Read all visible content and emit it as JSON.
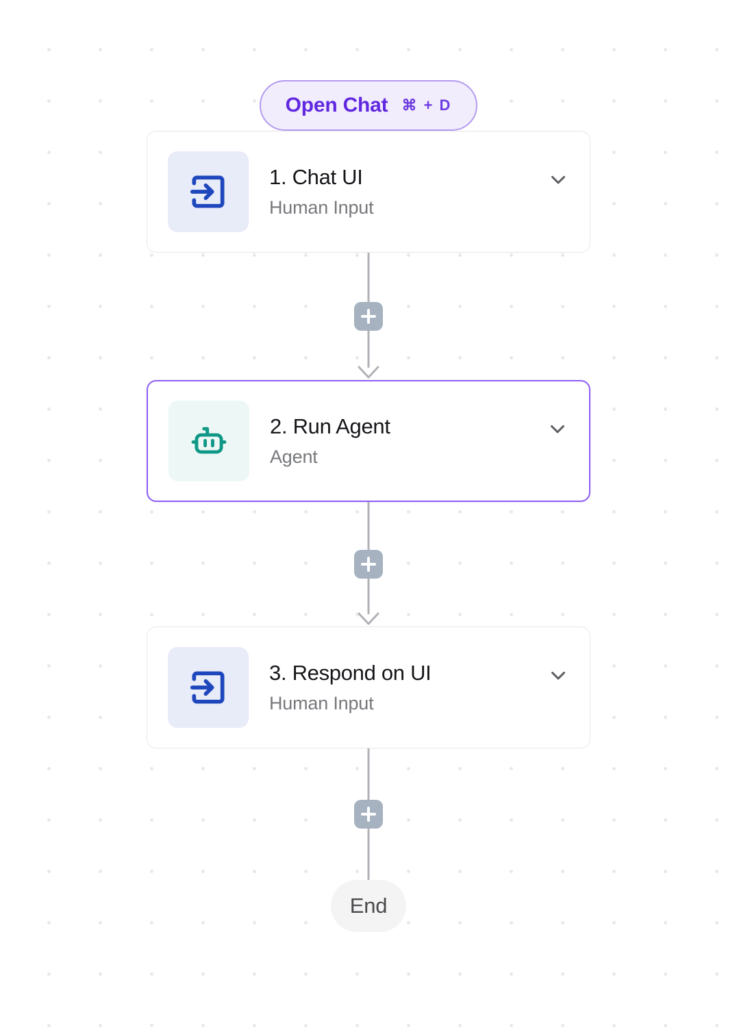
{
  "theme": {
    "accent_purple": "#6128e0",
    "selected_border": "#8b5cf6",
    "pill_bg": "#f1edfd",
    "icon_blue": "#1f47bd",
    "icon_blue_bg": "#e8ebf8",
    "icon_teal": "#109887",
    "icon_teal_bg": "#edf7f5",
    "connector_gray": "#b0b1b6",
    "plus_button_bg": "#a6b2c0",
    "canvas_bg": "#ffffff",
    "dot_grid": "#e9e9ec"
  },
  "open_chat_button": {
    "label": "Open Chat",
    "shortcut": "⌘ + D",
    "icon": "none"
  },
  "nodes": [
    {
      "title": "1. Chat UI",
      "subtitle": "Human Input",
      "icon": "login-arrow-icon",
      "icon_theme": "blue",
      "selected": false,
      "chevron": "chevron-down-icon"
    },
    {
      "title": "2. Run Agent",
      "subtitle": "Agent",
      "icon": "robot-icon",
      "icon_theme": "teal",
      "selected": true,
      "chevron": "chevron-down-icon"
    },
    {
      "title": "3. Respond on UI",
      "subtitle": "Human Input",
      "icon": "login-arrow-icon",
      "icon_theme": "blue",
      "selected": false,
      "chevron": "chevron-down-icon"
    }
  ],
  "connectors": [
    {
      "add_label": "+",
      "has_arrow": true
    },
    {
      "add_label": "+",
      "has_arrow": true
    },
    {
      "add_label": "+",
      "has_arrow": false
    }
  ],
  "end_node": {
    "label": "End"
  }
}
